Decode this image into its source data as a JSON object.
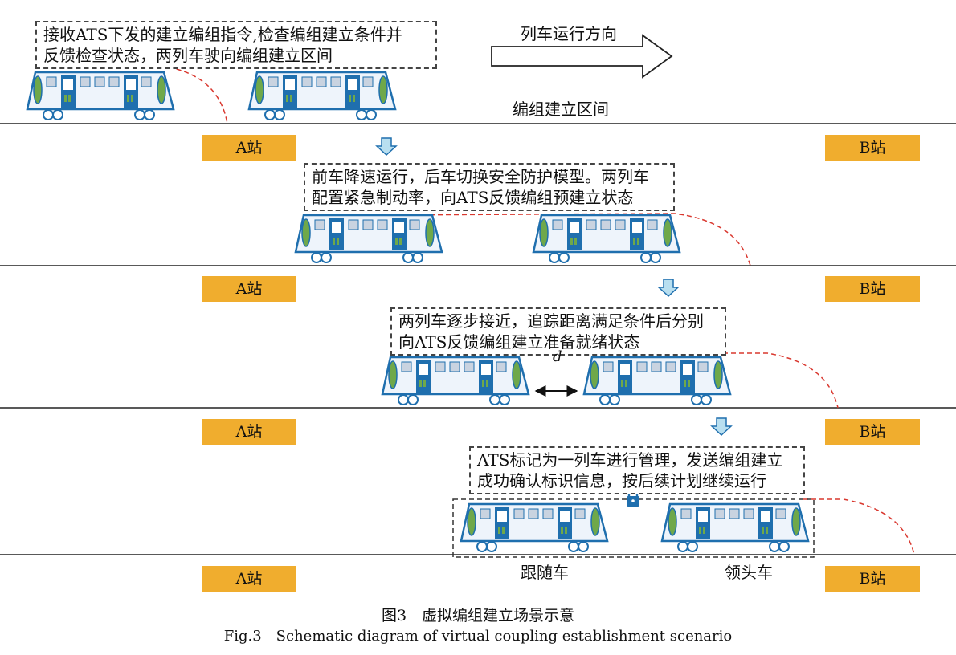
{
  "direction_label": "列车运行方向",
  "section_label": "编组建立区间",
  "stations": {
    "a": "A站",
    "b": "B站"
  },
  "stages": [
    {
      "lines": [
        "接收ATS下发的建立编组指令,检查编组建立条件并",
        "反馈检查状态，两列车驶向编组建立区间"
      ]
    },
    {
      "lines": [
        "前车降速运行，后车切换安全防护模型。两列车",
        "配置紧急制动率，向ATS反馈编组预建立状态"
      ]
    },
    {
      "lines": [
        "两列车逐步接近，追踪距离满足条件后分别",
        "向ATS反馈编组建立准备就绪状态"
      ]
    },
    {
      "lines": [
        "ATS标记为一列车进行管理，发送编组建立",
        "成功确认标识信息，按后续计划继续运行"
      ]
    }
  ],
  "distance_label": "d",
  "follower_label": "跟随车",
  "leader_label": "领头车",
  "caption": {
    "cn": "图3　虚拟编组建立场景示意",
    "en": "Fig.3　Schematic diagram of virtual coupling establishment scenario"
  },
  "colors": {
    "station": "#f0ad2e",
    "train_outline": "#1f6fae",
    "train_body": "#eef4fb",
    "door": "#1f6fae",
    "window": "#c9d3e0",
    "headlight": "#6fa84a",
    "arrow_fill": "#b8dff0",
    "lock": "#1f6fae",
    "guide_curve": "#d9382f"
  }
}
